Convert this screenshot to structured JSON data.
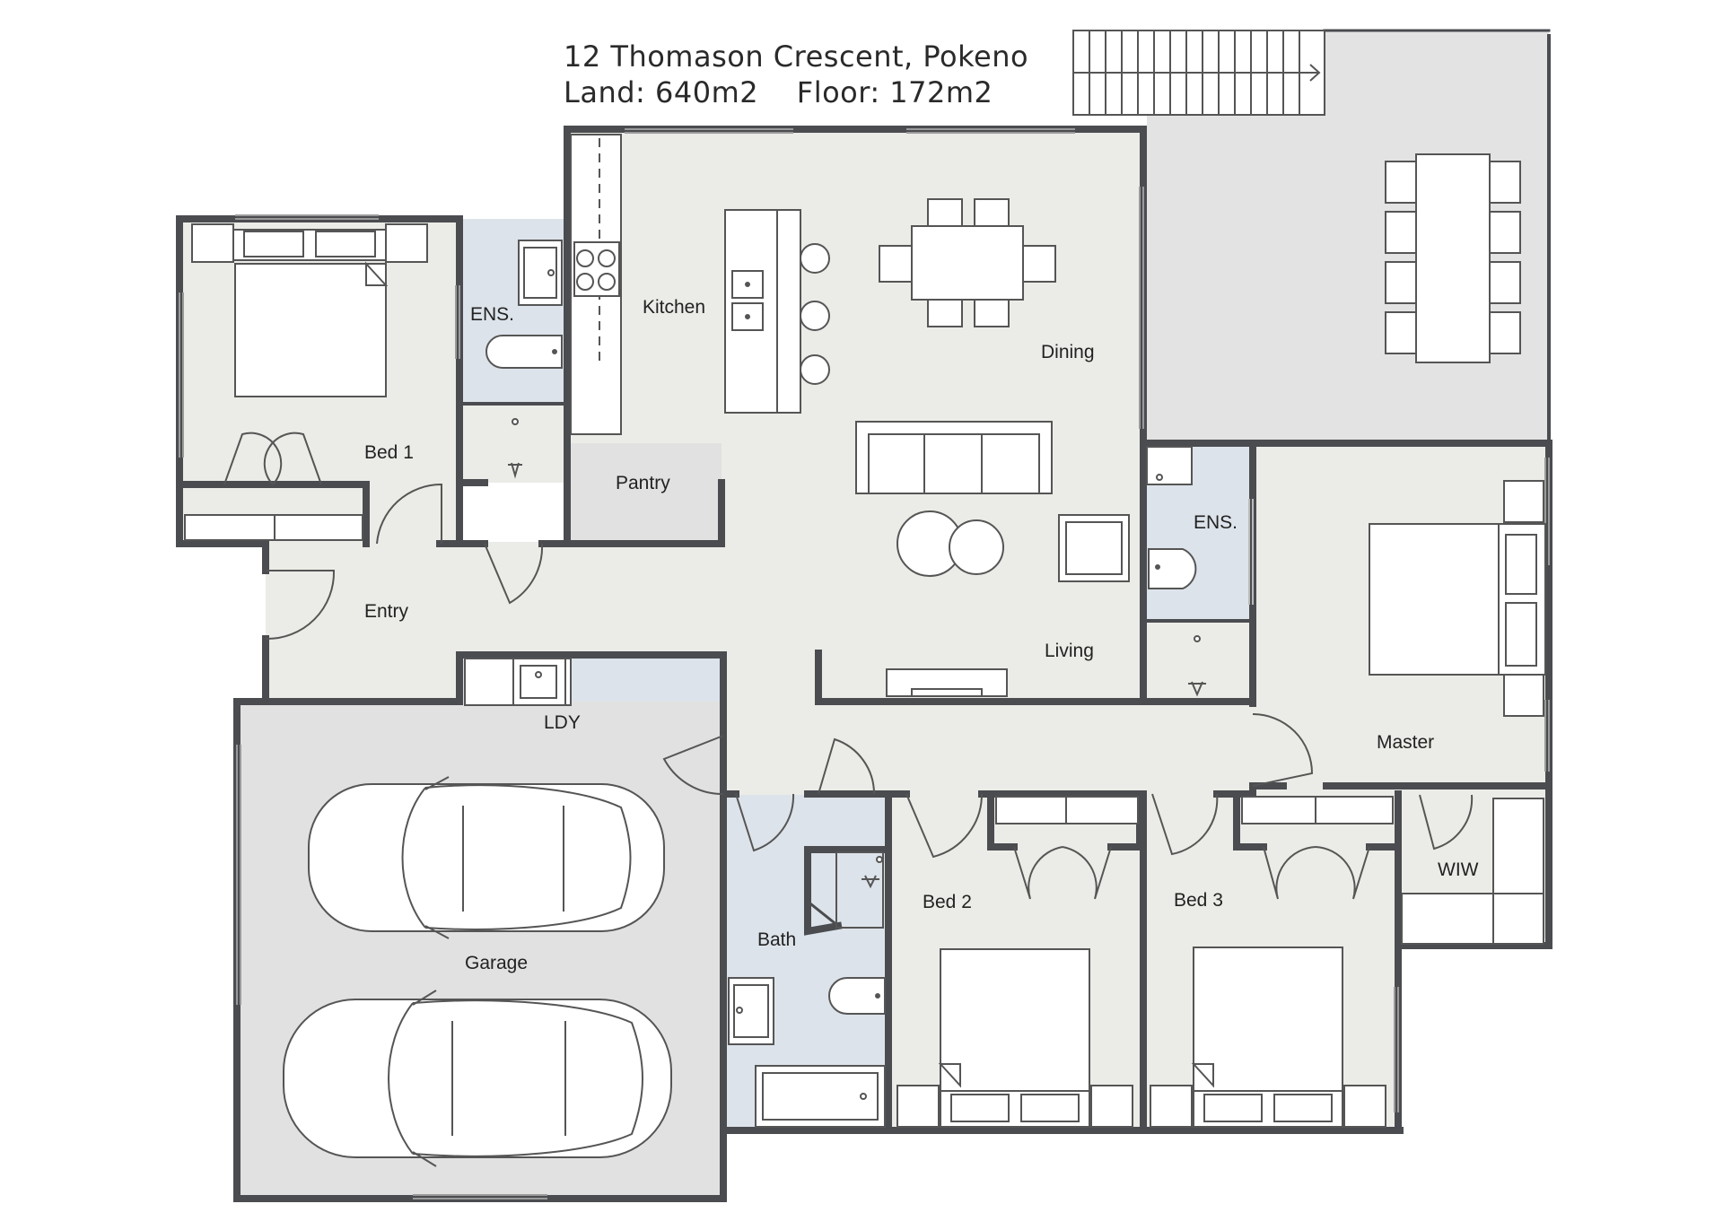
{
  "header": {
    "address": "12 Thomason Crescent, Pokeno",
    "areas": "Land: 640m2    Floor: 172m2"
  },
  "rooms": {
    "kitchen": "Kitchen",
    "dining": "Dining",
    "living": "Living",
    "bed1": "Bed 1",
    "ens1": "ENS.",
    "pantry": "Pantry",
    "entry": "Entry",
    "ldy": "LDY",
    "garage": "Garage",
    "bath": "Bath",
    "bed2": "Bed 2",
    "bed3": "Bed 3",
    "ens2": "ENS.",
    "master": "Master",
    "wiw": "WIW"
  },
  "colors": {
    "wall": "#4a4c50",
    "floor": "#ebece7",
    "wet": "#dde3ea",
    "garage": "#e1e1e1",
    "outdoor": "#e3e3e3",
    "furniture_line": "#555555"
  }
}
